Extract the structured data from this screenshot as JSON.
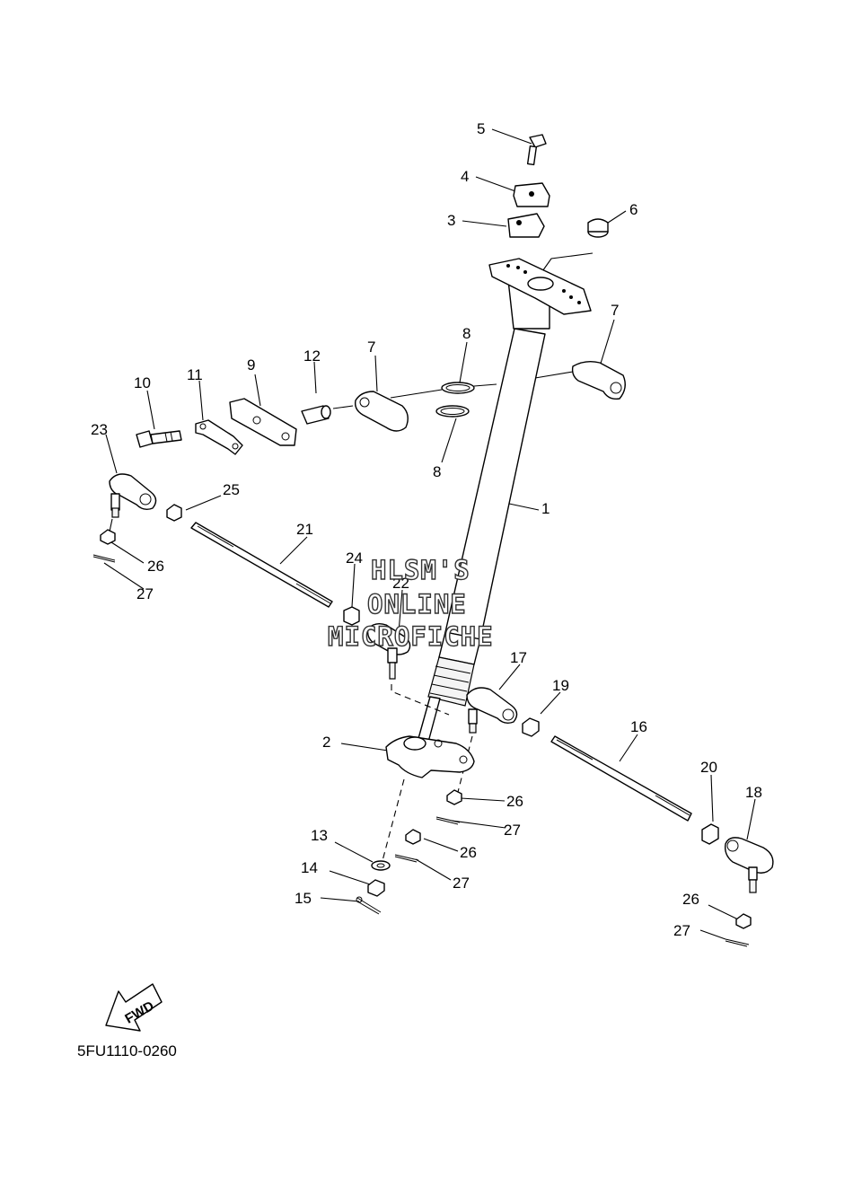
{
  "diagram": {
    "part_code": "5FU1110-0260",
    "fwd_label": "FWD",
    "watermark": [
      "HLSM'S",
      "ONLINE",
      "MICROFICHE"
    ],
    "callouts": {
      "c1": "1",
      "c2": "2",
      "c3": "3",
      "c4": "4",
      "c5": "5",
      "c6": "6",
      "c7a": "7",
      "c7b": "7",
      "c8a": "8",
      "c8b": "8",
      "c9": "9",
      "c10": "10",
      "c11": "11",
      "c12": "12",
      "c13": "13",
      "c14": "14",
      "c15": "15",
      "c16": "16",
      "c17": "17",
      "c18": "18",
      "c19": "19",
      "c20": "20",
      "c21": "21",
      "c22": "22",
      "c23": "23",
      "c24": "24",
      "c25": "25",
      "c26a": "26",
      "c26b": "26",
      "c26c": "26",
      "c26d": "26",
      "c27a": "27",
      "c27b": "27",
      "c27c": "27",
      "c27d": "27"
    }
  }
}
